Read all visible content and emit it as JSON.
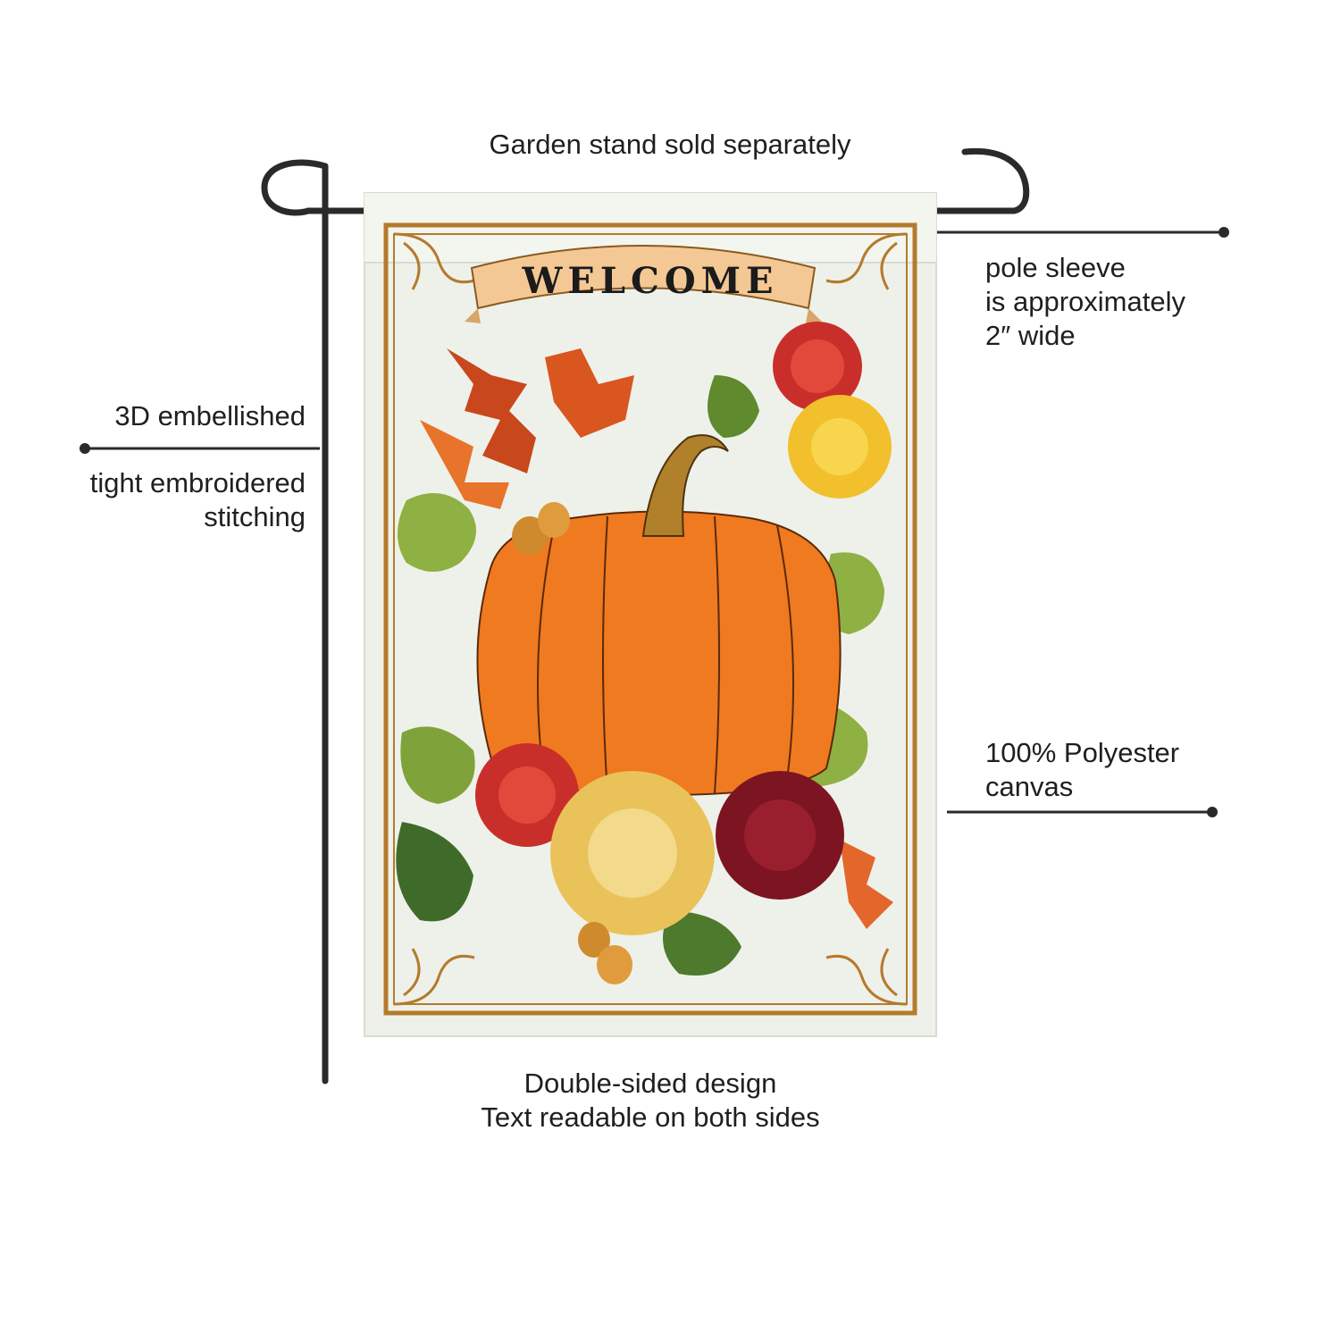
{
  "callouts": {
    "stand": "Garden stand sold separately",
    "pole_sleeve": [
      "pole sleeve",
      "is approximately",
      "2″ wide"
    ],
    "embellished": "3D embellished",
    "stitching": [
      "tight embroidered",
      "stitching"
    ],
    "polyester": [
      "100% Polyester",
      "canvas"
    ],
    "double_sided": [
      "Double-sided design",
      "Text readable on both sides"
    ]
  },
  "flag": {
    "banner_text": "WELCOME"
  },
  "colors": {
    "pole": "#2a2a2a",
    "flag_background": "#eef1ea",
    "frame_gold": "#b57a2c",
    "banner": "#f4c894",
    "pumpkin": "#f07a1f",
    "leaf_green": "#7fa33a",
    "mum_red": "#c92f2a",
    "mum_yellow": "#f1c02c",
    "mum_burgundy": "#7d1422"
  }
}
